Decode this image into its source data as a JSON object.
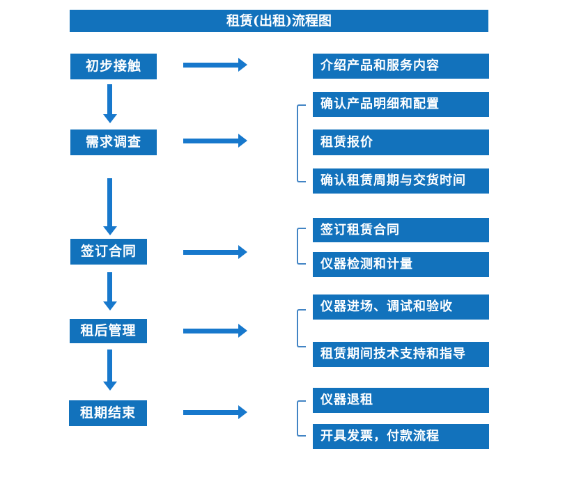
{
  "title": "租赁(出租)流程图",
  "colors": {
    "box_fill": "#1272BC",
    "arrow_fill": "#1778CC",
    "bracket_stroke": "#4284C4",
    "text": "#FFFFFF",
    "background": "#FFFFFF"
  },
  "stages": [
    {
      "label": "初步接触",
      "outputs": [
        "介绍产品和服务内容"
      ]
    },
    {
      "label": "需求调查",
      "outputs": [
        "确认产品明细和配置",
        "租赁报价",
        "确认租赁周期与交货时间"
      ]
    },
    {
      "label": "签订合同",
      "outputs": [
        "签订租赁合同",
        "仪器检测和计量"
      ]
    },
    {
      "label": "租后管理",
      "outputs": [
        "仪器进场、调试和验收",
        "租赁期间技术支持和指导"
      ]
    },
    {
      "label": "租期结束",
      "outputs": [
        "仪器退租",
        "开具发票，付款流程"
      ]
    }
  ]
}
